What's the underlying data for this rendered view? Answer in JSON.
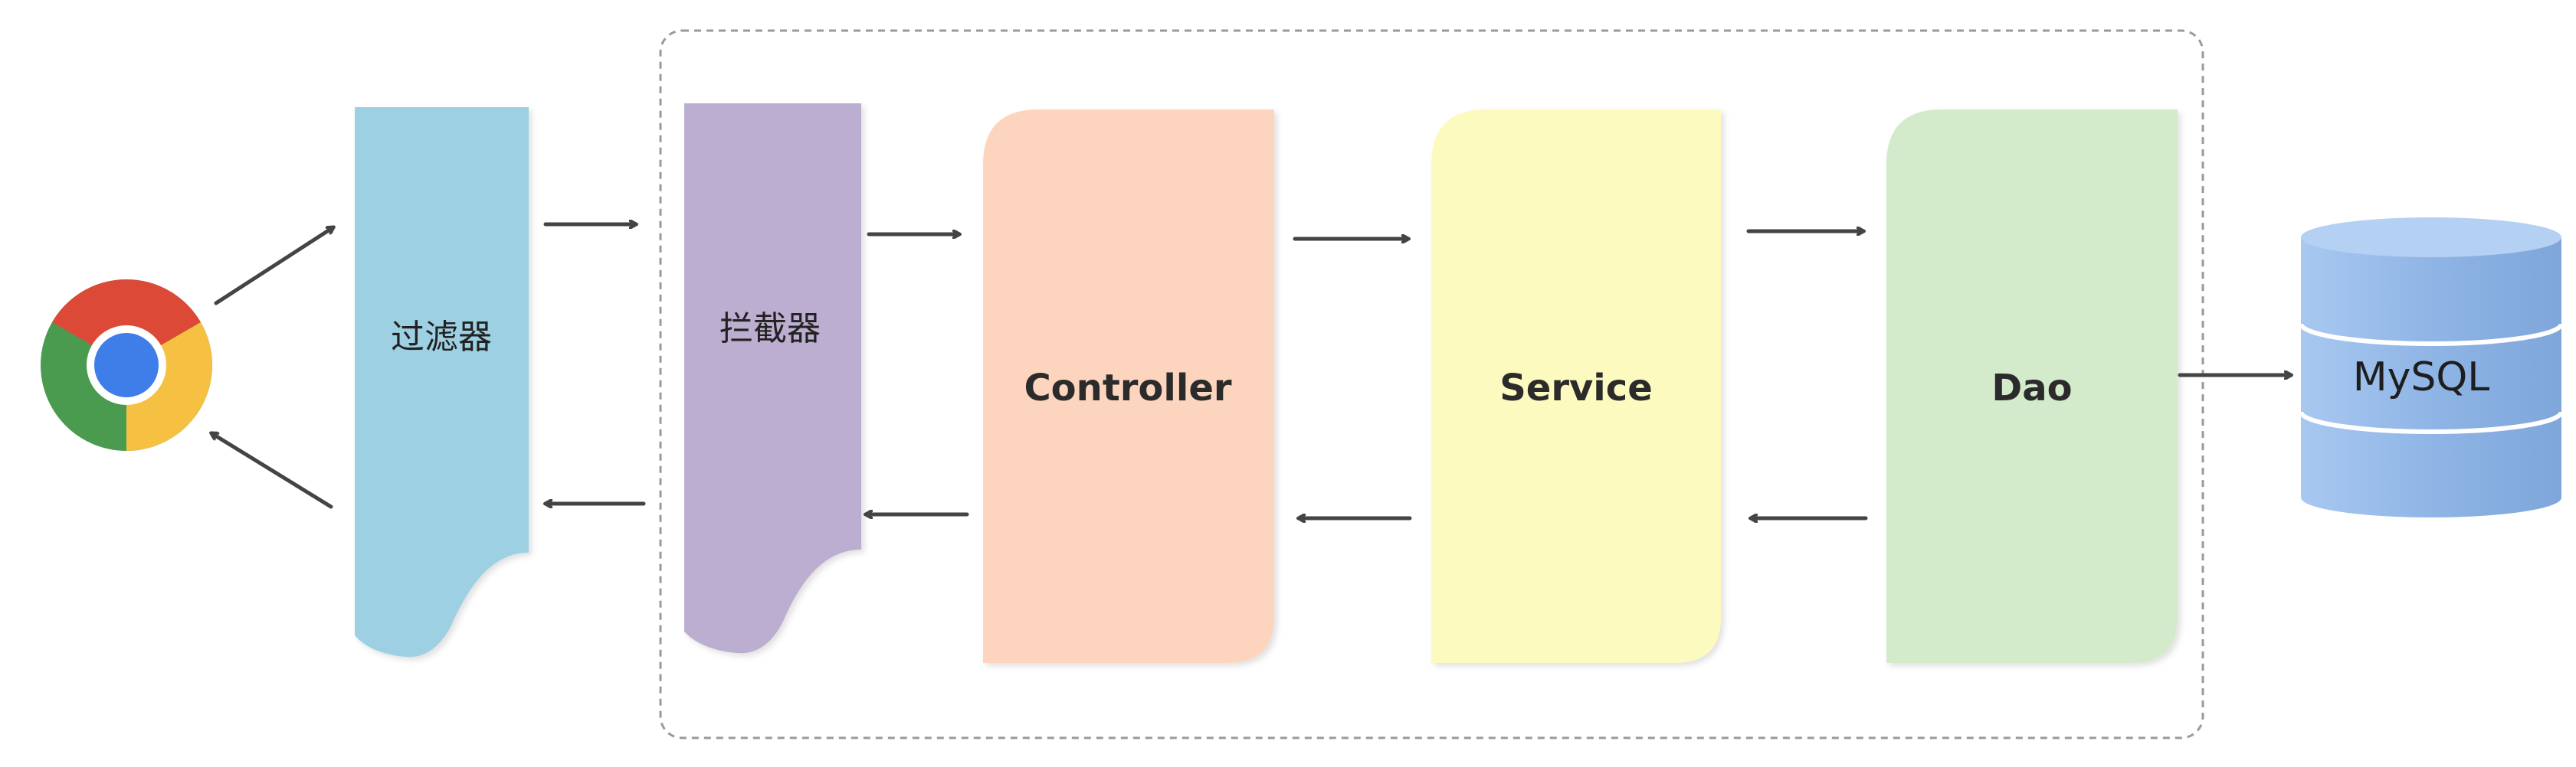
{
  "labels": {
    "filter": "过滤器",
    "interceptor": "拦截器",
    "controller": "Controller",
    "service": "Service",
    "dao": "Dao",
    "database": "MySQL"
  },
  "colors": {
    "filter": "#9ed0e3",
    "interceptor": "#bcaed0",
    "controller": "#fdd5bf",
    "service": "#fdfabf",
    "dao": "#d3ebcb",
    "database": "#8fb5e6",
    "frame": "#9a9a9a",
    "arrow": "#444444"
  },
  "icons": {
    "browser": "chrome-browser-icon",
    "database": "database-cylinder-icon"
  }
}
